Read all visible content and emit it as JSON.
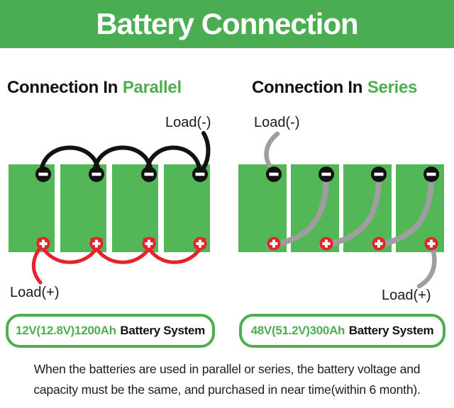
{
  "header": {
    "title": "Battery Connection"
  },
  "parallel": {
    "title_prefix": "Connection In",
    "title_highlight": "Parallel",
    "load_negative_label": "Load(-)",
    "load_positive_label": "Load(+)",
    "spec": "12V(12.8V)1200Ah",
    "spec_suffix": "Battery System"
  },
  "series": {
    "title_prefix": "Connection In",
    "title_highlight": "Series",
    "load_negative_label": "Load(-)",
    "load_positive_label": "Load(+)",
    "spec": "48V(51.2V)300Ah",
    "spec_suffix": "Battery System"
  },
  "caption": {
    "line1": "When the batteries are used in parallel or series, the battery voltage and",
    "line2": "capacity must be the same, and purchased in near time(within 6 month)."
  },
  "colors": {
    "header_bg": "#4AAD51",
    "battery": "#53B657",
    "accent": "#4BAF50",
    "wire_red": "#E4232A",
    "wire_gray": "#9E9E9E",
    "wire_black": "#121212",
    "text_dark": "#111111"
  }
}
